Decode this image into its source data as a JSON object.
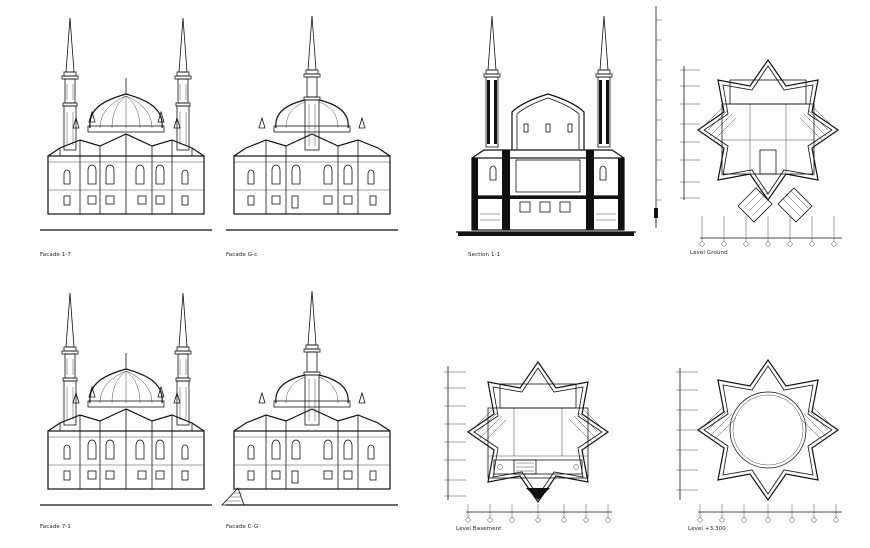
{
  "drawings": [
    {
      "id": "facade-1-7",
      "caption": "Facade 1-7"
    },
    {
      "id": "facade-g-c",
      "caption": "Facade G-c"
    },
    {
      "id": "section-1-1",
      "caption": "Section 1-1"
    },
    {
      "id": "level-ground",
      "caption": "Level Ground"
    },
    {
      "id": "facade-7-1",
      "caption": "Facade 7-1"
    },
    {
      "id": "facade-c-g",
      "caption": "Facade C-G"
    },
    {
      "id": "level-basement",
      "caption": "Level Basement"
    },
    {
      "id": "level-3300",
      "caption": "Level +3.300"
    }
  ],
  "colors": {
    "line": "#111111",
    "background": "#ffffff",
    "caption": "#222222"
  }
}
